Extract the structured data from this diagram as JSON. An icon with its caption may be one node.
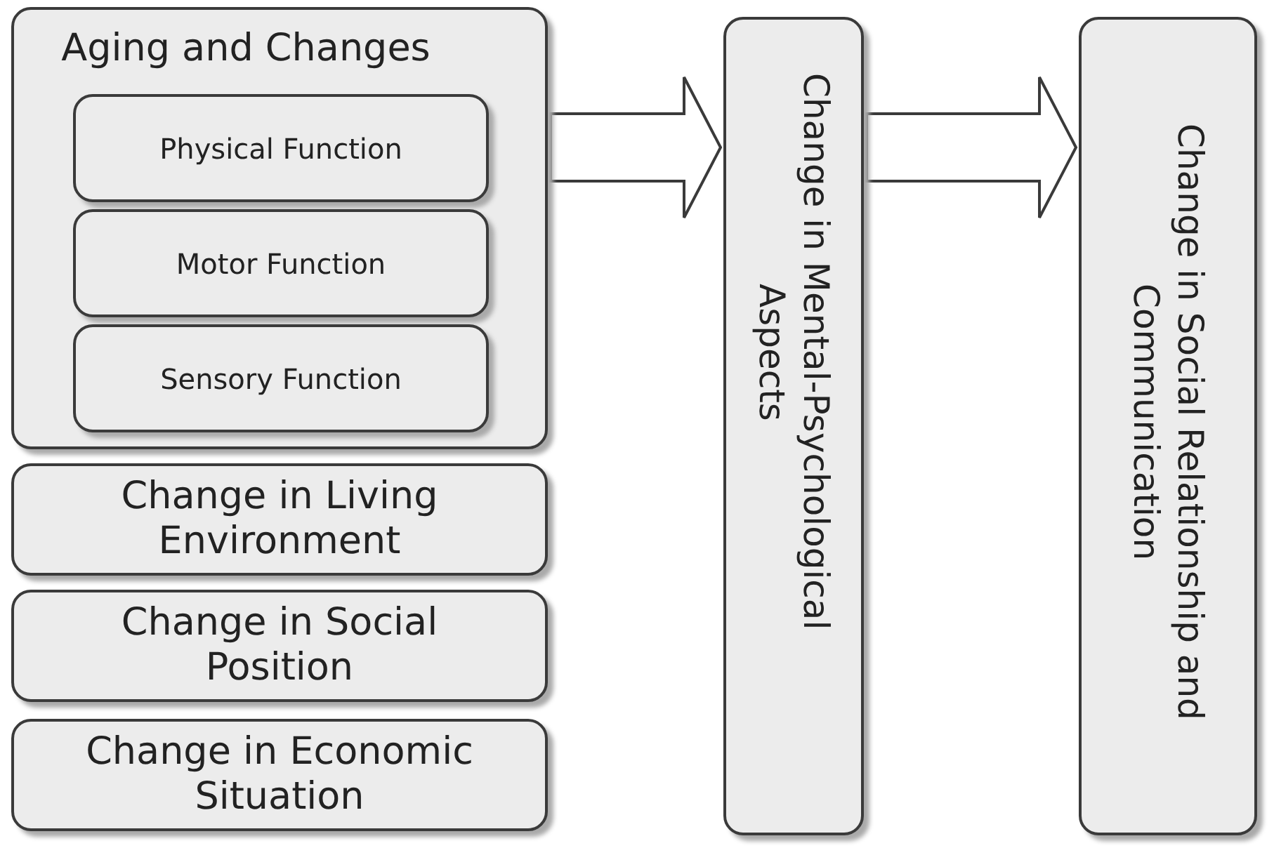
{
  "diagram": {
    "nodes": [
      {
        "text": [
          "Aging and Changes"
        ]
      },
      {
        "text": [
          "Physical Function"
        ],
        "in": 0
      },
      {
        "text": [
          "Motor Function"
        ],
        "in": 0
      },
      {
        "text": [
          "Sensory Function"
        ],
        "in": 0
      },
      {
        "text": [
          "Change in Living Environment"
        ]
      },
      {
        "text": [
          "Change in Social Position"
        ]
      },
      {
        "text": [
          "Change in Economic Situation"
        ]
      },
      {
        "text": [
          "Change in Mental-Psychological Aspects"
        ]
      },
      {
        "text": [
          "Change in Social Relationship and Communication"
        ]
      }
    ],
    "edges": [
      {
        "from": 0,
        "to": 7,
        "arrow": "to"
      },
      {
        "from": 7,
        "to": 8,
        "arrow": "to"
      }
    ]
  }
}
